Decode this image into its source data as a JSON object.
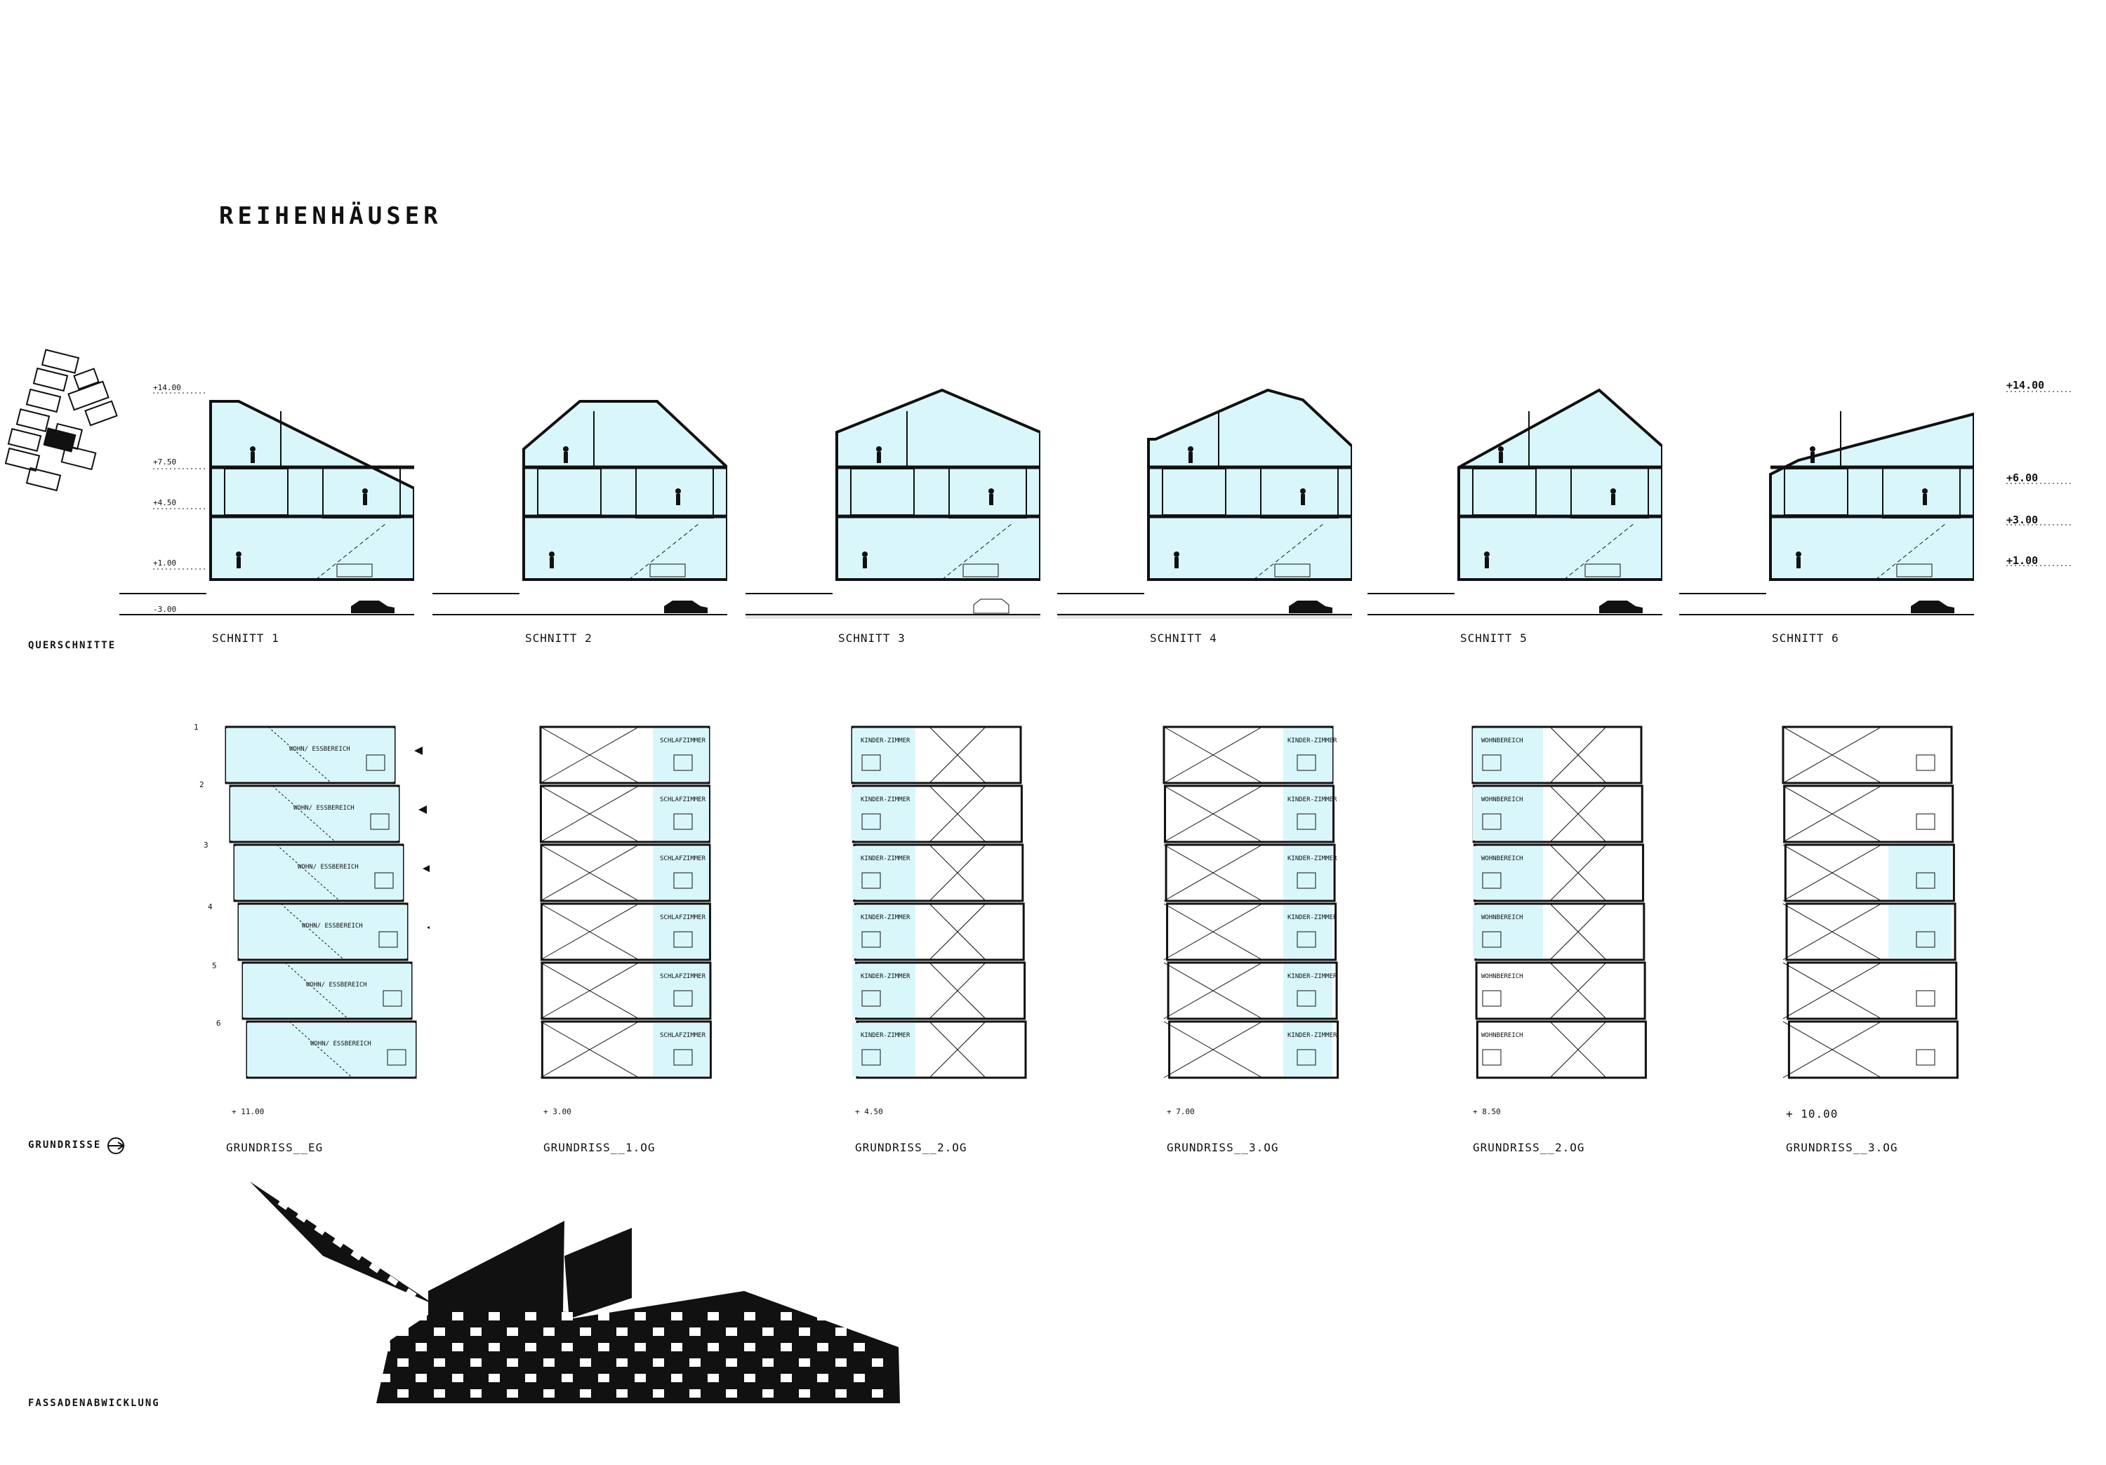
{
  "title": "REIHENHÄUSER",
  "rows": {
    "sections_label": "QUERSCHNITTE",
    "plans_label": "GRUNDRISSE",
    "facade_label": "FASSADENABWICKLUNG"
  },
  "section_levels_left": [
    "+14.00",
    "+7.50",
    "+4.50",
    "+1.00",
    "-3.00"
  ],
  "section_levels_right": [
    "+14.00",
    "+6.00",
    "+3.00",
    "+1.00"
  ],
  "sections": [
    {
      "caption": "SCHNITT 1"
    },
    {
      "caption": "SCHNITT 2"
    },
    {
      "caption": "SCHNITT 3"
    },
    {
      "caption": "SCHNITT 4"
    },
    {
      "caption": "SCHNITT 5"
    },
    {
      "caption": "SCHNITT 6"
    }
  ],
  "plans": [
    {
      "caption": "GRUNDRISS__EG",
      "level": "+ 11.00",
      "room_label": "WOHN/ ESSBEREICH"
    },
    {
      "caption": "GRUNDRISS__1.OG",
      "level": "+ 3.00",
      "room_label": "SCHLAFZIMMER"
    },
    {
      "caption": "GRUNDRISS__2.OG",
      "level": "+ 4.50",
      "room_label": "KINDER-ZIMMER"
    },
    {
      "caption": "GRUNDRISS__3.OG",
      "level": "+ 7.00",
      "room_label": "KINDER-ZIMMER"
    },
    {
      "caption": "GRUNDRISS__2.OG",
      "level": "+ 8.50",
      "room_label": "WOHNBEREICH"
    },
    {
      "caption": "GRUNDRISS__3.OG",
      "level": "+ 10.00",
      "room_label": ""
    }
  ],
  "unit_numbers": [
    "1",
    "2",
    "3",
    "4",
    "5",
    "6"
  ],
  "colors": {
    "fill": "#d9f7fb",
    "line": "#111111",
    "ground": "#e6e6e6"
  }
}
